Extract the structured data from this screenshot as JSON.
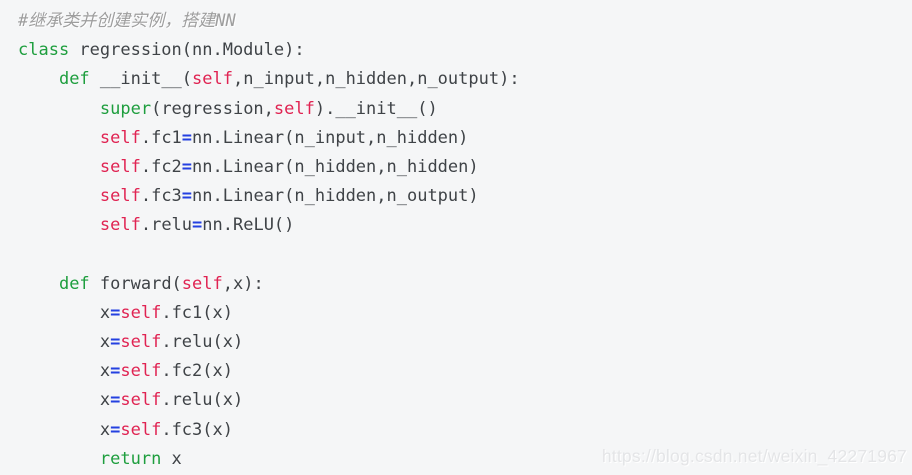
{
  "palette": {
    "background": "#f5f6f7",
    "plain": "#3f4347",
    "keyword": "#1e9e3e",
    "selfword": "#e02352",
    "operator": "#2440e0",
    "comment": "#9e9e9e",
    "watermark": "#e4e5e7"
  },
  "watermark": {
    "text": "https://blog.csdn.net/weixin_42271967"
  },
  "code": {
    "language": "python",
    "lines": [
      [
        {
          "t": "#继承类并创建实例，搭建NN",
          "s": "comment"
        }
      ],
      [
        {
          "t": "class",
          "s": "keyword"
        },
        {
          "t": " regression(nn.Module):",
          "s": "plain"
        }
      ],
      [
        {
          "t": "    ",
          "s": "plain"
        },
        {
          "t": "def",
          "s": "keyword"
        },
        {
          "t": " __init__(",
          "s": "plain"
        },
        {
          "t": "self",
          "s": "self"
        },
        {
          "t": ",n_input,n_hidden,n_output):",
          "s": "plain"
        }
      ],
      [
        {
          "t": "        ",
          "s": "plain"
        },
        {
          "t": "super",
          "s": "keyword"
        },
        {
          "t": "(regression,",
          "s": "plain"
        },
        {
          "t": "self",
          "s": "self"
        },
        {
          "t": ").__init__()",
          "s": "plain"
        }
      ],
      [
        {
          "t": "        ",
          "s": "plain"
        },
        {
          "t": "self",
          "s": "self"
        },
        {
          "t": ".fc1",
          "s": "plain"
        },
        {
          "t": "=",
          "s": "operator"
        },
        {
          "t": "nn.Linear(n_input,n_hidden)",
          "s": "plain"
        }
      ],
      [
        {
          "t": "        ",
          "s": "plain"
        },
        {
          "t": "self",
          "s": "self"
        },
        {
          "t": ".fc2",
          "s": "plain"
        },
        {
          "t": "=",
          "s": "operator"
        },
        {
          "t": "nn.Linear(n_hidden,n_hidden)",
          "s": "plain"
        }
      ],
      [
        {
          "t": "        ",
          "s": "plain"
        },
        {
          "t": "self",
          "s": "self"
        },
        {
          "t": ".fc3",
          "s": "plain"
        },
        {
          "t": "=",
          "s": "operator"
        },
        {
          "t": "nn.Linear(n_hidden,n_output)",
          "s": "plain"
        }
      ],
      [
        {
          "t": "        ",
          "s": "plain"
        },
        {
          "t": "self",
          "s": "self"
        },
        {
          "t": ".relu",
          "s": "plain"
        },
        {
          "t": "=",
          "s": "operator"
        },
        {
          "t": "nn.ReLU()",
          "s": "plain"
        }
      ],
      [],
      [
        {
          "t": "    ",
          "s": "plain"
        },
        {
          "t": "def",
          "s": "keyword"
        },
        {
          "t": " forward(",
          "s": "plain"
        },
        {
          "t": "self",
          "s": "self"
        },
        {
          "t": ",x):",
          "s": "plain"
        }
      ],
      [
        {
          "t": "        x",
          "s": "plain"
        },
        {
          "t": "=",
          "s": "operator"
        },
        {
          "t": "self",
          "s": "self"
        },
        {
          "t": ".fc1(x)",
          "s": "plain"
        }
      ],
      [
        {
          "t": "        x",
          "s": "plain"
        },
        {
          "t": "=",
          "s": "operator"
        },
        {
          "t": "self",
          "s": "self"
        },
        {
          "t": ".relu(x)",
          "s": "plain"
        }
      ],
      [
        {
          "t": "        x",
          "s": "plain"
        },
        {
          "t": "=",
          "s": "operator"
        },
        {
          "t": "self",
          "s": "self"
        },
        {
          "t": ".fc2(x)",
          "s": "plain"
        }
      ],
      [
        {
          "t": "        x",
          "s": "plain"
        },
        {
          "t": "=",
          "s": "operator"
        },
        {
          "t": "self",
          "s": "self"
        },
        {
          "t": ".relu(x)",
          "s": "plain"
        }
      ],
      [
        {
          "t": "        x",
          "s": "plain"
        },
        {
          "t": "=",
          "s": "operator"
        },
        {
          "t": "self",
          "s": "self"
        },
        {
          "t": ".fc3(x)",
          "s": "plain"
        }
      ],
      [
        {
          "t": "        ",
          "s": "plain"
        },
        {
          "t": "return",
          "s": "keyword"
        },
        {
          "t": " x",
          "s": "plain"
        }
      ]
    ]
  }
}
